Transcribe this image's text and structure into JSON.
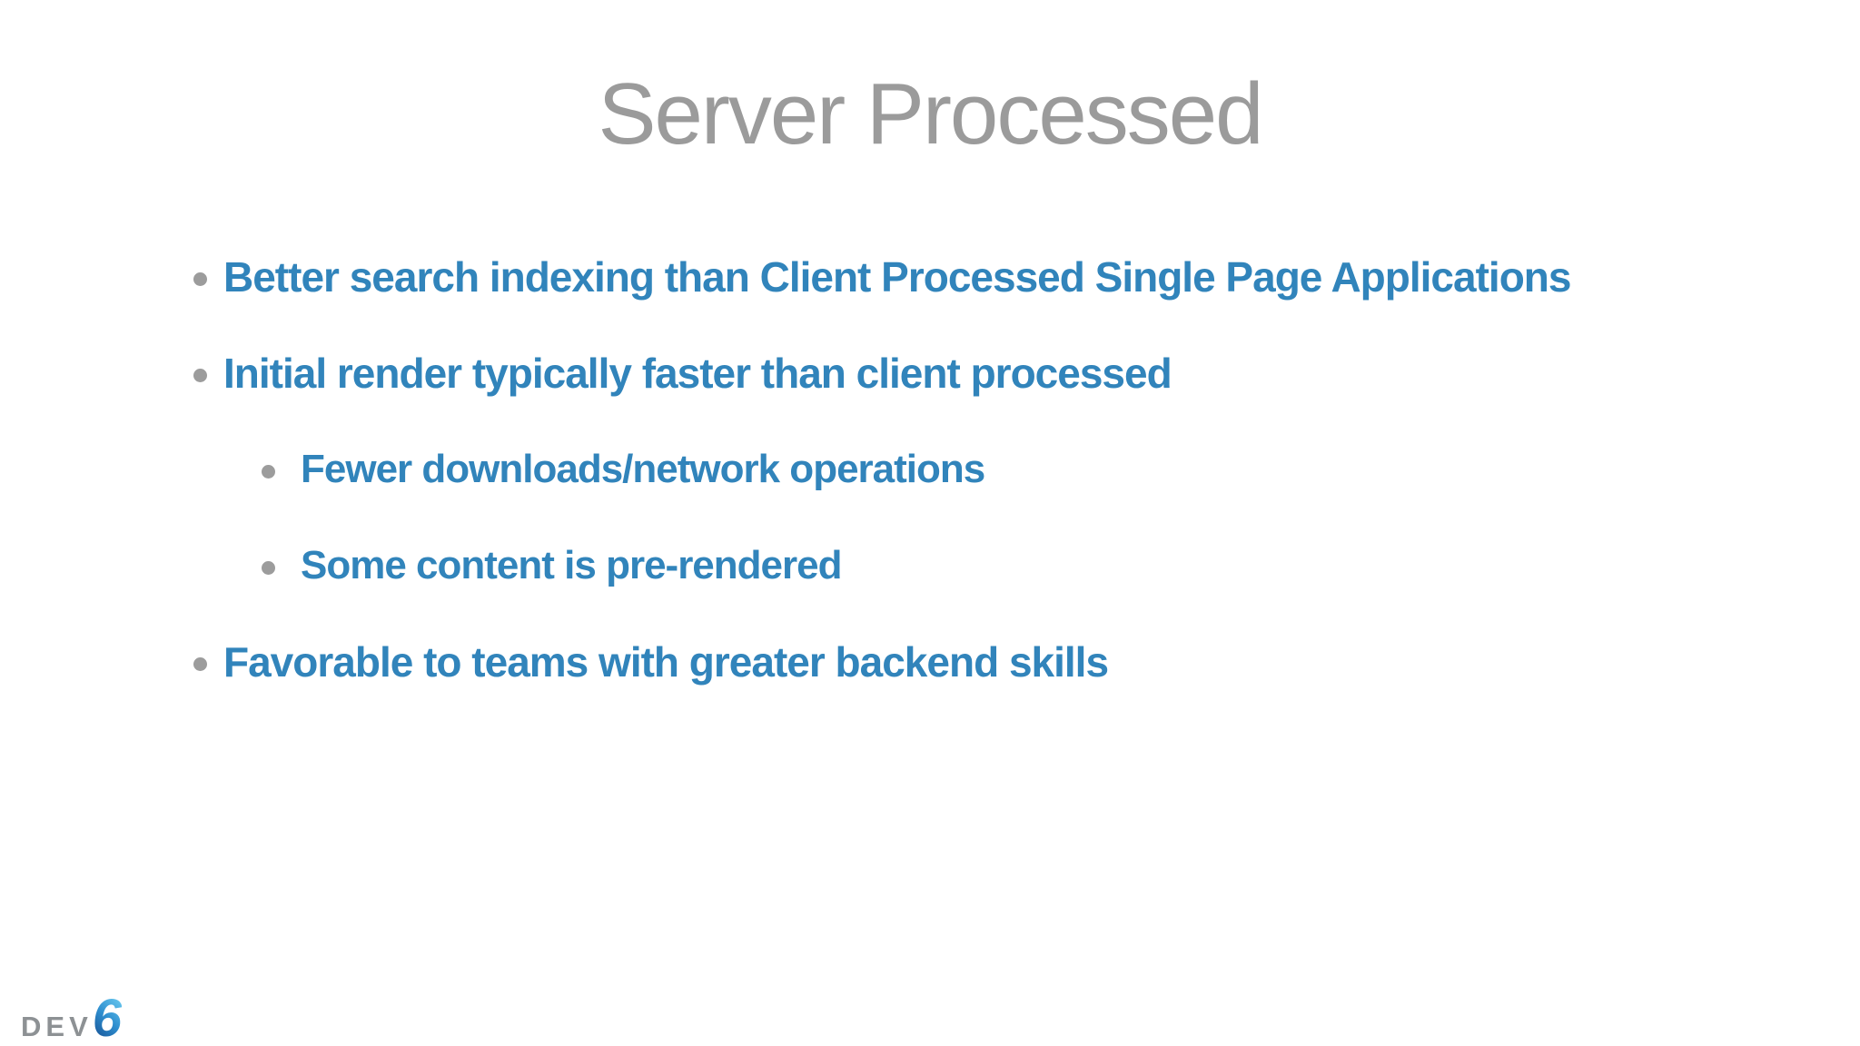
{
  "slide": {
    "title": "Server Processed",
    "bullets": [
      {
        "level": 1,
        "text": "Better search indexing than Client Processed Single Page Applications"
      },
      {
        "level": 1,
        "text": "Initial render typically faster than client processed"
      },
      {
        "level": 2,
        "text": "Fewer downloads/network operations"
      },
      {
        "level": 2,
        "text": "Some content is pre-rendered"
      },
      {
        "level": 1,
        "text": "Favorable to teams with greater backend skills"
      }
    ]
  },
  "logo": {
    "text_gray": "DEV",
    "text_accent": "6"
  },
  "colors": {
    "background": "#ffffff",
    "title_gray": "#9b9b9b",
    "bullet_text_blue": "#3184bb",
    "bullet_dot_gray": "#9c9c9c",
    "logo_gray": "#8d9194",
    "logo_blue_light": "#63c3ec",
    "logo_blue_mid": "#2e8ecf",
    "logo_blue_dark": "#174f92"
  }
}
